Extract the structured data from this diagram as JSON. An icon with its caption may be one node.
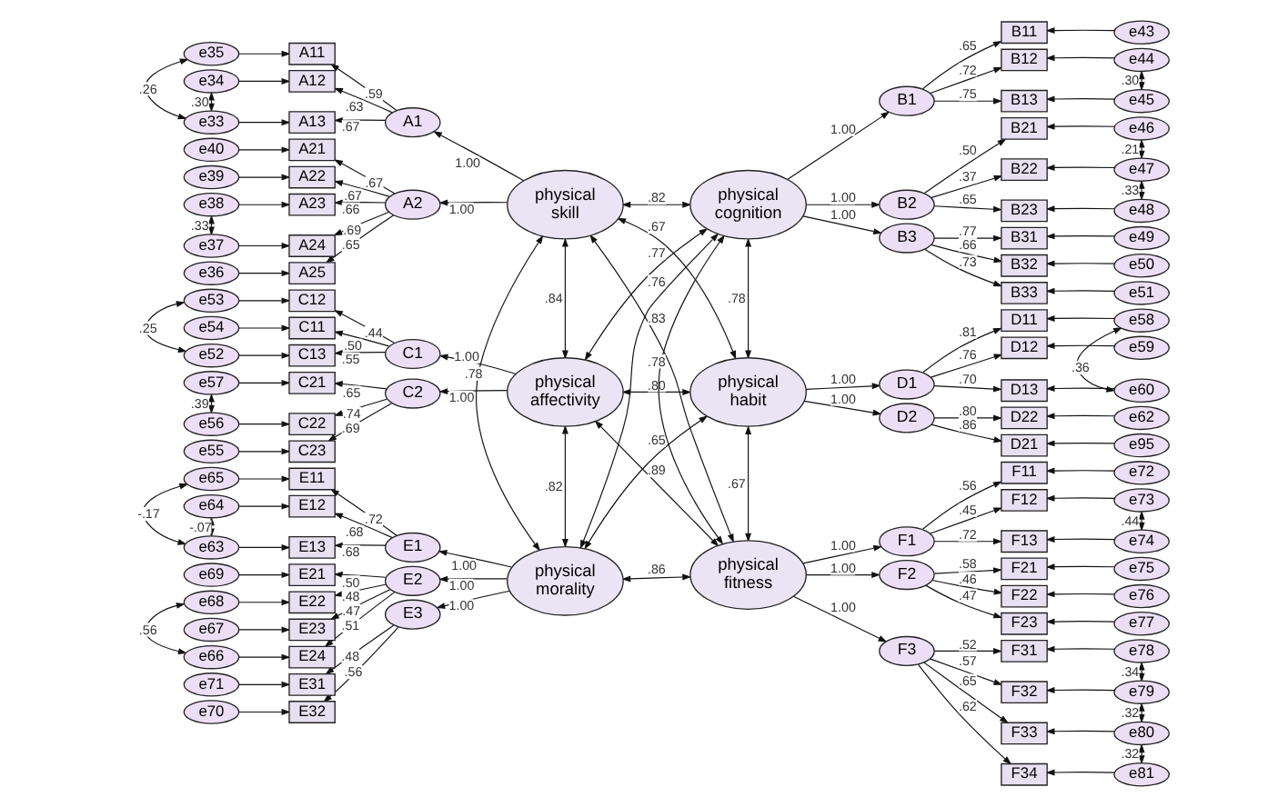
{
  "diagram": {
    "nodes": [
      {
        "text": [
          "physical skill"
        ]
      },
      {
        "text": [
          "physical cognition"
        ]
      },
      {
        "text": [
          "physical affectivity"
        ]
      },
      {
        "text": [
          "physical habit"
        ]
      },
      {
        "text": [
          "physical morality"
        ]
      },
      {
        "text": [
          "physical fitness"
        ]
      },
      {
        "text": [
          "A1"
        ]
      },
      {
        "text": [
          "A2"
        ]
      },
      {
        "text": [
          "C1"
        ]
      },
      {
        "text": [
          "C2"
        ]
      },
      {
        "text": [
          "E1"
        ]
      },
      {
        "text": [
          "E2"
        ]
      },
      {
        "text": [
          "E3"
        ]
      },
      {
        "text": [
          "B1"
        ]
      },
      {
        "text": [
          "B2"
        ]
      },
      {
        "text": [
          "B3"
        ]
      },
      {
        "text": [
          "D1"
        ]
      },
      {
        "text": [
          "D2"
        ]
      },
      {
        "text": [
          "F1"
        ]
      },
      {
        "text": [
          "F2"
        ]
      },
      {
        "text": [
          "F3"
        ]
      },
      {
        "text": [
          "A11"
        ]
      },
      {
        "text": [
          "A12"
        ]
      },
      {
        "text": [
          "A13"
        ]
      },
      {
        "text": [
          "A21"
        ]
      },
      {
        "text": [
          "A22"
        ]
      },
      {
        "text": [
          "A23"
        ]
      },
      {
        "text": [
          "A24"
        ]
      },
      {
        "text": [
          "A25"
        ]
      },
      {
        "text": [
          "C12"
        ]
      },
      {
        "text": [
          "C11"
        ]
      },
      {
        "text": [
          "C13"
        ]
      },
      {
        "text": [
          "C21"
        ]
      },
      {
        "text": [
          "C22"
        ]
      },
      {
        "text": [
          "C23"
        ]
      },
      {
        "text": [
          "E11"
        ]
      },
      {
        "text": [
          "E12"
        ]
      },
      {
        "text": [
          "E13"
        ]
      },
      {
        "text": [
          "E21"
        ]
      },
      {
        "text": [
          "E22"
        ]
      },
      {
        "text": [
          "E23"
        ]
      },
      {
        "text": [
          "E24"
        ]
      },
      {
        "text": [
          "E31"
        ]
      },
      {
        "text": [
          "E32"
        ]
      },
      {
        "text": [
          "B11"
        ]
      },
      {
        "text": [
          "B12"
        ]
      },
      {
        "text": [
          "B13"
        ]
      },
      {
        "text": [
          "B21"
        ]
      },
      {
        "text": [
          "B22"
        ]
      },
      {
        "text": [
          "B23"
        ]
      },
      {
        "text": [
          "B31"
        ]
      },
      {
        "text": [
          "B32"
        ]
      },
      {
        "text": [
          "B33"
        ]
      },
      {
        "text": [
          "D11"
        ]
      },
      {
        "text": [
          "D12"
        ]
      },
      {
        "text": [
          "D13"
        ]
      },
      {
        "text": [
          "D22"
        ]
      },
      {
        "text": [
          "D21"
        ]
      },
      {
        "text": [
          "F11"
        ]
      },
      {
        "text": [
          "F12"
        ]
      },
      {
        "text": [
          "F13"
        ]
      },
      {
        "text": [
          "F21"
        ]
      },
      {
        "text": [
          "F22"
        ]
      },
      {
        "text": [
          "F23"
        ]
      },
      {
        "text": [
          "F31"
        ]
      },
      {
        "text": [
          "F32"
        ]
      },
      {
        "text": [
          "F33"
        ]
      },
      {
        "text": [
          "F34"
        ]
      },
      {
        "text": [
          "e35"
        ]
      },
      {
        "text": [
          "e34"
        ]
      },
      {
        "text": [
          "e33"
        ]
      },
      {
        "text": [
          "e40"
        ]
      },
      {
        "text": [
          "e39"
        ]
      },
      {
        "text": [
          "e38"
        ]
      },
      {
        "text": [
          "e37"
        ]
      },
      {
        "text": [
          "e36"
        ]
      },
      {
        "text": [
          "e53"
        ]
      },
      {
        "text": [
          "e54"
        ]
      },
      {
        "text": [
          "e52"
        ]
      },
      {
        "text": [
          "e57"
        ]
      },
      {
        "text": [
          "e56"
        ]
      },
      {
        "text": [
          "e55"
        ]
      },
      {
        "text": [
          "e65"
        ]
      },
      {
        "text": [
          "e64"
        ]
      },
      {
        "text": [
          "e63"
        ]
      },
      {
        "text": [
          "e69"
        ]
      },
      {
        "text": [
          "e68"
        ]
      },
      {
        "text": [
          "e67"
        ]
      },
      {
        "text": [
          "e66"
        ]
      },
      {
        "text": [
          "e71"
        ]
      },
      {
        "text": [
          "e70"
        ]
      },
      {
        "text": [
          "e43"
        ]
      },
      {
        "text": [
          "e44"
        ]
      },
      {
        "text": [
          "e45"
        ]
      },
      {
        "text": [
          "e46"
        ]
      },
      {
        "text": [
          "e47"
        ]
      },
      {
        "text": [
          "e48"
        ]
      },
      {
        "text": [
          "e49"
        ]
      },
      {
        "text": [
          "e50"
        ]
      },
      {
        "text": [
          "e51"
        ]
      },
      {
        "text": [
          "e58"
        ]
      },
      {
        "text": [
          "e59"
        ]
      },
      {
        "text": [
          "e60"
        ]
      },
      {
        "text": [
          "e62"
        ]
      },
      {
        "text": [
          "e95"
        ]
      },
      {
        "text": [
          "e72"
        ]
      },
      {
        "text": [
          "e73"
        ]
      },
      {
        "text": [
          "e74"
        ]
      },
      {
        "text": [
          "e75"
        ]
      },
      {
        "text": [
          "e76"
        ]
      },
      {
        "text": [
          "e77"
        ]
      },
      {
        "text": [
          "e78"
        ]
      },
      {
        "text": [
          "e79"
        ]
      },
      {
        "text": [
          "e80"
        ]
      },
      {
        "text": [
          "e81"
        ]
      }
    ],
    "edges": [
      {
        "from": 0,
        "to": 1,
        "arrow": "both",
        "label": ".82"
      },
      {
        "from": 0,
        "to": 2,
        "arrow": "both",
        "label": ".84"
      },
      {
        "from": 0,
        "to": 3,
        "arrow": "both",
        "label": ".67"
      },
      {
        "from": 0,
        "to": 4,
        "arrow": "both",
        "label": ".78"
      },
      {
        "from": 0,
        "to": 5,
        "arrow": "both",
        "label": ".83"
      },
      {
        "from": 2,
        "to": 1,
        "arrow": "both",
        "label": ".77"
      },
      {
        "from": 1,
        "to": 3,
        "arrow": "both",
        "label": ".78"
      },
      {
        "from": 4,
        "to": 1,
        "arrow": "both",
        "label": ".76"
      },
      {
        "from": 1,
        "to": 5,
        "arrow": "both",
        "label": ".78"
      },
      {
        "from": 2,
        "to": 3,
        "arrow": "both",
        "label": ".80"
      },
      {
        "from": 2,
        "to": 4,
        "arrow": "both",
        "label": ".82"
      },
      {
        "from": 2,
        "to": 5,
        "arrow": "both",
        "label": ".89"
      },
      {
        "from": 4,
        "to": 3,
        "arrow": "both",
        "label": ".65"
      },
      {
        "from": 3,
        "to": 5,
        "arrow": "both",
        "label": ".67"
      },
      {
        "from": 4,
        "to": 5,
        "arrow": "both",
        "label": ".86"
      },
      {
        "from": 0,
        "to": 6,
        "arrow": "to",
        "label": "1.00"
      },
      {
        "from": 0,
        "to": 7,
        "arrow": "to",
        "label": "1.00"
      },
      {
        "from": 2,
        "to": 8,
        "arrow": "to",
        "label": "1.00"
      },
      {
        "from": 2,
        "to": 9,
        "arrow": "to",
        "label": "1.00"
      },
      {
        "from": 4,
        "to": 10,
        "arrow": "to",
        "label": "1.00"
      },
      {
        "from": 4,
        "to": 11,
        "arrow": "to",
        "label": "1.00"
      },
      {
        "from": 4,
        "to": 12,
        "arrow": "to",
        "label": "1.00"
      },
      {
        "from": 1,
        "to": 13,
        "arrow": "to",
        "label": "1.00"
      },
      {
        "from": 1,
        "to": 14,
        "arrow": "to",
        "label": "1.00"
      },
      {
        "from": 1,
        "to": 15,
        "arrow": "to",
        "label": "1.00"
      },
      {
        "from": 3,
        "to": 16,
        "arrow": "to",
        "label": "1.00"
      },
      {
        "from": 3,
        "to": 17,
        "arrow": "to",
        "label": "1.00"
      },
      {
        "from": 5,
        "to": 18,
        "arrow": "to",
        "label": "1.00"
      },
      {
        "from": 5,
        "to": 19,
        "arrow": "to",
        "label": "1.00"
      },
      {
        "from": 5,
        "to": 20,
        "arrow": "to",
        "label": "1.00"
      },
      {
        "from": 6,
        "to": 21,
        "arrow": "to",
        "label": ".59"
      },
      {
        "from": 6,
        "to": 22,
        "arrow": "to",
        "label": ".63"
      },
      {
        "from": 6,
        "to": 23,
        "arrow": "to",
        "label": ".67"
      },
      {
        "from": 7,
        "to": 24,
        "arrow": "to",
        "label": ".67"
      },
      {
        "from": 7,
        "to": 25,
        "arrow": "to",
        "label": ".67"
      },
      {
        "from": 7,
        "to": 26,
        "arrow": "to",
        "label": ".66"
      },
      {
        "from": 7,
        "to": 27,
        "arrow": "to",
        "label": ".69"
      },
      {
        "from": 7,
        "to": 28,
        "arrow": "to",
        "label": ".65"
      },
      {
        "from": 8,
        "to": 29,
        "arrow": "to",
        "label": ".44"
      },
      {
        "from": 8,
        "to": 30,
        "arrow": "to",
        "label": ".50"
      },
      {
        "from": 8,
        "to": 31,
        "arrow": "to",
        "label": ".55"
      },
      {
        "from": 9,
        "to": 32,
        "arrow": "to",
        "label": ".65"
      },
      {
        "from": 9,
        "to": 33,
        "arrow": "to",
        "label": ".74"
      },
      {
        "from": 9,
        "to": 34,
        "arrow": "to",
        "label": ".69"
      },
      {
        "from": 10,
        "to": 35,
        "arrow": "to",
        "label": ".72"
      },
      {
        "from": 10,
        "to": 36,
        "arrow": "to",
        "label": ".68"
      },
      {
        "from": 10,
        "to": 37,
        "arrow": "to",
        "label": ".68"
      },
      {
        "from": 11,
        "to": 38,
        "arrow": "to",
        "label": ".50"
      },
      {
        "from": 11,
        "to": 39,
        "arrow": "to",
        "label": ".48"
      },
      {
        "from": 11,
        "to": 40,
        "arrow": "to",
        "label": ".47"
      },
      {
        "from": 11,
        "to": 41,
        "arrow": "to",
        "label": ".51"
      },
      {
        "from": 12,
        "to": 42,
        "arrow": "to",
        "label": ".48"
      },
      {
        "from": 12,
        "to": 43,
        "arrow": "to",
        "label": ".56"
      },
      {
        "from": 13,
        "to": 44,
        "arrow": "to",
        "label": ".65"
      },
      {
        "from": 13,
        "to": 45,
        "arrow": "to",
        "label": ".72"
      },
      {
        "from": 13,
        "to": 46,
        "arrow": "to",
        "label": ".75"
      },
      {
        "from": 14,
        "to": 47,
        "arrow": "to",
        "label": ".50"
      },
      {
        "from": 14,
        "to": 48,
        "arrow": "to",
        "label": ".37"
      },
      {
        "from": 14,
        "to": 49,
        "arrow": "to",
        "label": ".65"
      },
      {
        "from": 15,
        "to": 50,
        "arrow": "to",
        "label": ".77"
      },
      {
        "from": 15,
        "to": 51,
        "arrow": "to",
        "label": ".66"
      },
      {
        "from": 15,
        "to": 52,
        "arrow": "to",
        "label": ".73"
      },
      {
        "from": 16,
        "to": 53,
        "arrow": "to",
        "label": ".81"
      },
      {
        "from": 16,
        "to": 54,
        "arrow": "to",
        "label": ".76"
      },
      {
        "from": 16,
        "to": 55,
        "arrow": "to",
        "label": ".70"
      },
      {
        "from": 17,
        "to": 56,
        "arrow": "to",
        "label": ".80"
      },
      {
        "from": 17,
        "to": 57,
        "arrow": "to",
        "label": ".86"
      },
      {
        "from": 18,
        "to": 58,
        "arrow": "to",
        "label": ".56"
      },
      {
        "from": 18,
        "to": 59,
        "arrow": "to",
        "label": ".45"
      },
      {
        "from": 18,
        "to": 60,
        "arrow": "to",
        "label": ".72"
      },
      {
        "from": 19,
        "to": 61,
        "arrow": "to",
        "label": ".58"
      },
      {
        "from": 19,
        "to": 62,
        "arrow": "to",
        "label": ".46"
      },
      {
        "from": 19,
        "to": 63,
        "arrow": "to",
        "label": ".47"
      },
      {
        "from": 20,
        "to": 64,
        "arrow": "to",
        "label": ".52"
      },
      {
        "from": 20,
        "to": 65,
        "arrow": "to",
        "label": ".57"
      },
      {
        "from": 20,
        "to": 66,
        "arrow": "to",
        "label": ".65"
      },
      {
        "from": 20,
        "to": 67,
        "arrow": "to",
        "label": ".62"
      },
      {
        "from": 68,
        "to": 21,
        "arrow": "to"
      },
      {
        "from": 69,
        "to": 22,
        "arrow": "to"
      },
      {
        "from": 70,
        "to": 23,
        "arrow": "to"
      },
      {
        "from": 71,
        "to": 24,
        "arrow": "to"
      },
      {
        "from": 72,
        "to": 25,
        "arrow": "to"
      },
      {
        "from": 73,
        "to": 26,
        "arrow": "to"
      },
      {
        "from": 74,
        "to": 27,
        "arrow": "to"
      },
      {
        "from": 75,
        "to": 28,
        "arrow": "to"
      },
      {
        "from": 76,
        "to": 29,
        "arrow": "to"
      },
      {
        "from": 77,
        "to": 30,
        "arrow": "to"
      },
      {
        "from": 78,
        "to": 31,
        "arrow": "to"
      },
      {
        "from": 79,
        "to": 32,
        "arrow": "to"
      },
      {
        "from": 80,
        "to": 33,
        "arrow": "to"
      },
      {
        "from": 81,
        "to": 34,
        "arrow": "to"
      },
      {
        "from": 82,
        "to": 35,
        "arrow": "to"
      },
      {
        "from": 83,
        "to": 36,
        "arrow": "to"
      },
      {
        "from": 84,
        "to": 37,
        "arrow": "to"
      },
      {
        "from": 85,
        "to": 38,
        "arrow": "to"
      },
      {
        "from": 86,
        "to": 39,
        "arrow": "to"
      },
      {
        "from": 87,
        "to": 40,
        "arrow": "to"
      },
      {
        "from": 88,
        "to": 41,
        "arrow": "to"
      },
      {
        "from": 89,
        "to": 42,
        "arrow": "to"
      },
      {
        "from": 90,
        "to": 43,
        "arrow": "to"
      },
      {
        "from": 91,
        "to": 44,
        "arrow": "to"
      },
      {
        "from": 92,
        "to": 45,
        "arrow": "to"
      },
      {
        "from": 93,
        "to": 46,
        "arrow": "to"
      },
      {
        "from": 94,
        "to": 47,
        "arrow": "to"
      },
      {
        "from": 95,
        "to": 48,
        "arrow": "to"
      },
      {
        "from": 96,
        "to": 49,
        "arrow": "to"
      },
      {
        "from": 97,
        "to": 50,
        "arrow": "to"
      },
      {
        "from": 98,
        "to": 51,
        "arrow": "to"
      },
      {
        "from": 99,
        "to": 52,
        "arrow": "to"
      },
      {
        "from": 100,
        "to": 53,
        "arrow": "to"
      },
      {
        "from": 101,
        "to": 54,
        "arrow": "to"
      },
      {
        "from": 102,
        "to": 55,
        "arrow": "to"
      },
      {
        "from": 103,
        "to": 56,
        "arrow": "to"
      },
      {
        "from": 104,
        "to": 57,
        "arrow": "to"
      },
      {
        "from": 105,
        "to": 58,
        "arrow": "to"
      },
      {
        "from": 106,
        "to": 59,
        "arrow": "to"
      },
      {
        "from": 107,
        "to": 60,
        "arrow": "to"
      },
      {
        "from": 108,
        "to": 61,
        "arrow": "to"
      },
      {
        "from": 109,
        "to": 62,
        "arrow": "to"
      },
      {
        "from": 110,
        "to": 63,
        "arrow": "to"
      },
      {
        "from": 111,
        "to": 64,
        "arrow": "to"
      },
      {
        "from": 112,
        "to": 65,
        "arrow": "to"
      },
      {
        "from": 113,
        "to": 66,
        "arrow": "to"
      },
      {
        "from": 114,
        "to": 67,
        "arrow": "to"
      },
      {
        "from": 68,
        "to": 70,
        "arrow": "both",
        "label": ".26"
      },
      {
        "from": 69,
        "to": 70,
        "arrow": "both",
        "label": ".30"
      },
      {
        "from": 73,
        "to": 74,
        "arrow": "both",
        "label": ".33"
      },
      {
        "from": 76,
        "to": 78,
        "arrow": "both",
        "label": ".25"
      },
      {
        "from": 79,
        "to": 80,
        "arrow": "both",
        "label": ".39"
      },
      {
        "from": 82,
        "to": 84,
        "arrow": "both",
        "label": "-.17"
      },
      {
        "from": 83,
        "to": 84,
        "arrow": "both",
        "label": "-.07"
      },
      {
        "from": 86,
        "to": 88,
        "arrow": "both",
        "label": ".56"
      },
      {
        "from": 92,
        "to": 93,
        "arrow": "both",
        "label": ".30"
      },
      {
        "from": 94,
        "to": 95,
        "arrow": "both",
        "label": ".21"
      },
      {
        "from": 95,
        "to": 96,
        "arrow": "both",
        "label": ".33"
      },
      {
        "from": 100,
        "to": 102,
        "arrow": "both",
        "label": ".36"
      },
      {
        "from": 106,
        "to": 107,
        "arrow": "both",
        "label": ".44"
      },
      {
        "from": 111,
        "to": 112,
        "arrow": "both",
        "label": ".34"
      },
      {
        "from": 112,
        "to": 113,
        "arrow": "both",
        "label": ".32"
      },
      {
        "from": 113,
        "to": 114,
        "arrow": "both",
        "label": ".32"
      }
    ]
  }
}
